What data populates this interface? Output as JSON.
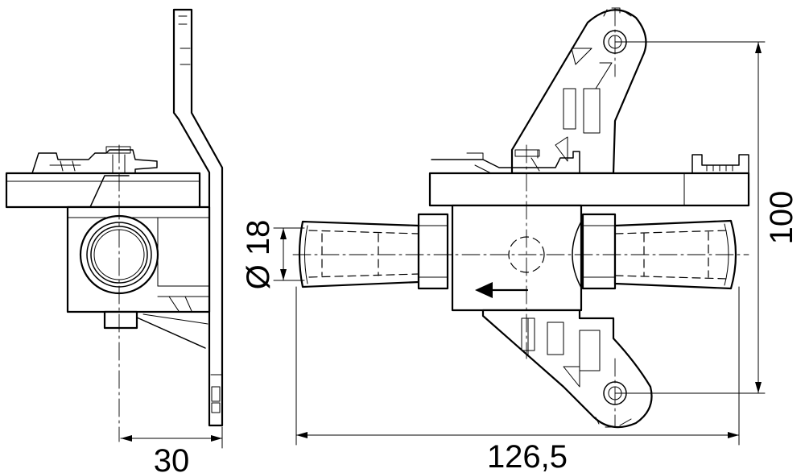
{
  "dimensions": {
    "width_side": "30",
    "length_overall": "126,5",
    "diameter": "Ø 18",
    "height_mount": "100"
  }
}
